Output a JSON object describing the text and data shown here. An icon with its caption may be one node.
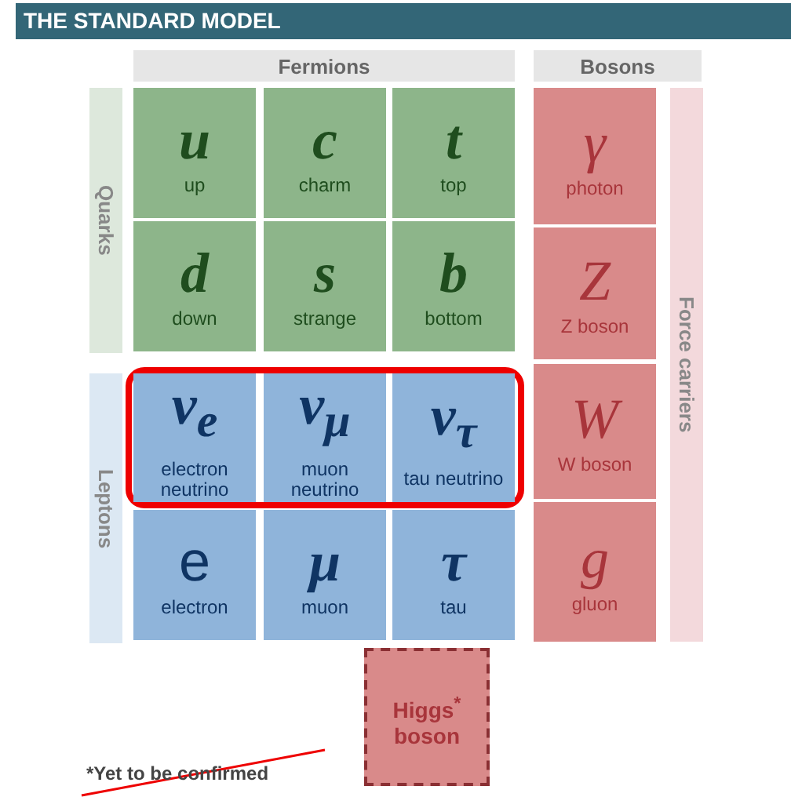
{
  "diagram": {
    "title": "THE STANDARD MODEL",
    "nodes": [
      {
        "text": [
          "Fermions"
        ]
      },
      {
        "text": [
          "Bosons"
        ]
      },
      {
        "text": [
          "Quarks"
        ]
      },
      {
        "text": [
          "Leptons"
        ]
      },
      {
        "text": [
          "Force carriers"
        ]
      },
      {
        "text": [
          "u",
          "up"
        ]
      },
      {
        "text": [
          "c",
          "charm"
        ]
      },
      {
        "text": [
          "t",
          "top"
        ]
      },
      {
        "text": [
          "d",
          "down"
        ]
      },
      {
        "text": [
          "s",
          "strange"
        ]
      },
      {
        "text": [
          "b",
          "bottom"
        ]
      },
      {
        "text": [],
        "shape": "box"
      },
      {
        "text": [
          "ν$_{e}$",
          "electron neutrino"
        ],
        "in": 11
      },
      {
        "text": [
          "ν$_{μ}$",
          "muon neutrino"
        ],
        "in": 11
      },
      {
        "text": [
          "ν$_{τ}$",
          "tau neutrino"
        ],
        "in": 11
      },
      {
        "text": [
          "e",
          "electron"
        ]
      },
      {
        "text": [
          "μ",
          "muon"
        ]
      },
      {
        "text": [
          "τ",
          "tau"
        ]
      },
      {
        "text": [
          "γ",
          "photon"
        ]
      },
      {
        "text": [
          "Z",
          "Z boson"
        ]
      },
      {
        "text": [
          "W",
          "W boson"
        ]
      },
      {
        "text": [
          "g",
          "gluon"
        ]
      },
      {
        "text": [
          "Higgs$^{*}$ boson"
        ]
      }
    ],
    "edges": [],
    "labels": [
      "*Yet to be confirmed"
    ]
  }
}
